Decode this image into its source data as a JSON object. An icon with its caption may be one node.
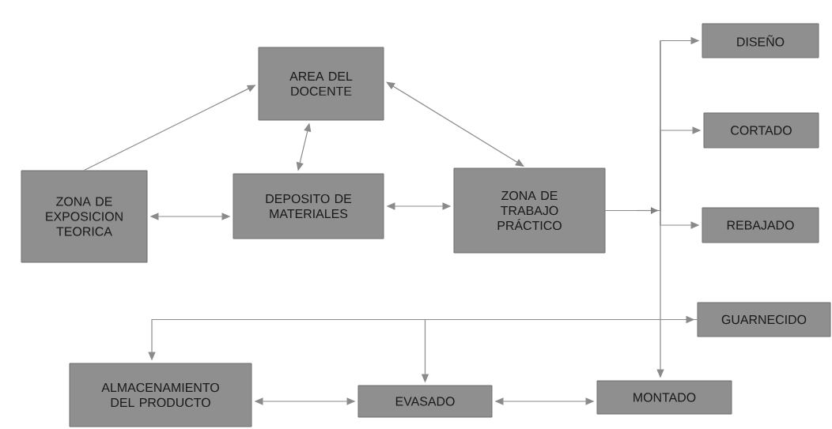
{
  "diagram": {
    "nodes": [
      {
        "text": [
          "AREA DEL DOCENTE"
        ]
      },
      {
        "text": [
          "ZONA DE EXPOSICION TEORICA"
        ]
      },
      {
        "text": [
          "DEPOSITO DE MATERIALES"
        ]
      },
      {
        "text": [
          "ZONA DE TRABAJO PRÁCTICO"
        ]
      },
      {
        "text": [
          "DISEÑO"
        ]
      },
      {
        "text": [
          "CORTADO"
        ]
      },
      {
        "text": [
          "REBAJADO"
        ]
      },
      {
        "text": [
          "GUARNECIDO"
        ]
      },
      {
        "text": [
          "ALMACENAMIENTO DEL PRODUCTO"
        ]
      },
      {
        "text": [
          "EVASADO"
        ]
      },
      {
        "text": [
          "MONTADO"
        ]
      }
    ],
    "edges": [
      {
        "from": 1,
        "to": 0,
        "arrow": "to"
      },
      {
        "from": 0,
        "to": 2,
        "arrow": "both"
      },
      {
        "from": 0,
        "to": 3,
        "arrow": "both"
      },
      {
        "from": 1,
        "to": 2,
        "arrow": "both"
      },
      {
        "from": 2,
        "to": 3,
        "arrow": "both"
      },
      {
        "from": 3,
        "to": 4,
        "arrow": "to"
      },
      {
        "from": 3,
        "to": 5,
        "arrow": "to"
      },
      {
        "from": 3,
        "to": 6,
        "arrow": "to"
      },
      {
        "from": 3,
        "to": 10,
        "arrow": "to"
      },
      {
        "from": 7,
        "to": 8,
        "arrow": "both"
      },
      {
        "from": 7,
        "to": 9,
        "arrow": "to"
      },
      {
        "from": 8,
        "to": 9,
        "arrow": "both"
      },
      {
        "from": 9,
        "to": 10,
        "arrow": "both"
      }
    ]
  }
}
